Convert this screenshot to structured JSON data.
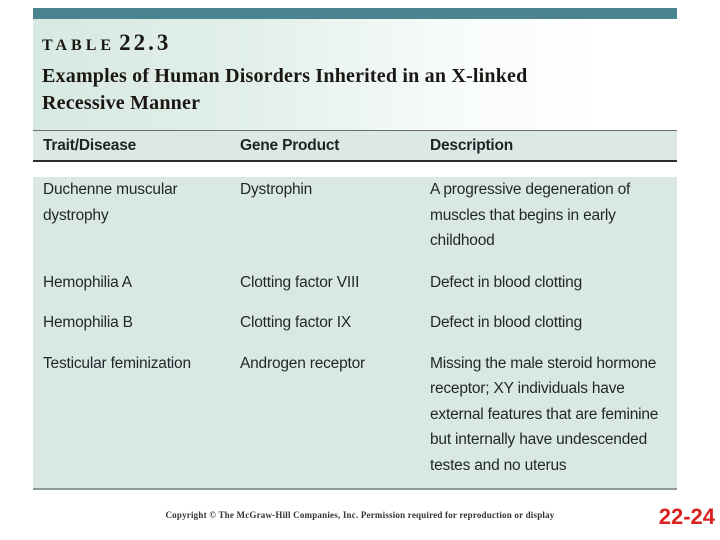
{
  "figure": {
    "label_word": "TABLE",
    "label_number": "22.3",
    "title": "Examples of Human Disorders Inherited in an X-linked Recessive Manner"
  },
  "table": {
    "columns": [
      "Trait/Disease",
      "Gene Product",
      "Description"
    ],
    "rows": [
      {
        "trait": "Duchenne muscular dystrophy",
        "gene_product": "Dystrophin",
        "description": "A progressive degeneration of muscles that begins in early childhood"
      },
      {
        "trait": "Hemophilia A",
        "gene_product": "Clotting factor VIII",
        "description": "Defect in blood clotting"
      },
      {
        "trait": "Hemophilia B",
        "gene_product": "Clotting factor IX",
        "description": "Defect in blood clotting"
      },
      {
        "trait": "Testicular feminization",
        "gene_product": "Androgen receptor",
        "description": "Missing the male steroid hormone receptor; XY individuals have external features that are feminine but internally have undescended testes and no uterus"
      }
    ]
  },
  "footer": {
    "copyright": "Copyright © The McGraw-Hill Companies, Inc. Permission required for reproduction or display",
    "slide_number": "22-24"
  },
  "colors": {
    "teal_bar": "#4a8490",
    "table_body_bg": "#dae8e2",
    "header_bg": "#dce9e3",
    "slide_number_red": "#d92221"
  }
}
